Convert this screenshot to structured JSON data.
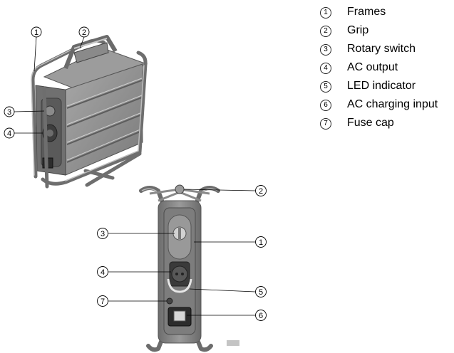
{
  "legend": [
    {
      "num": "1",
      "label": "Frames"
    },
    {
      "num": "2",
      "label": "Grip"
    },
    {
      "num": "3",
      "label": "Rotary switch"
    },
    {
      "num": "4",
      "label": "AC output"
    },
    {
      "num": "5",
      "label": "LED indicator"
    },
    {
      "num": "6",
      "label": "AC charging input"
    },
    {
      "num": "7",
      "label": "Fuse cap"
    }
  ],
  "perspective_callouts": [
    "1",
    "2",
    "3",
    "4"
  ],
  "front_callouts": [
    "2",
    "3",
    "1",
    "4",
    "5",
    "7",
    "6"
  ]
}
